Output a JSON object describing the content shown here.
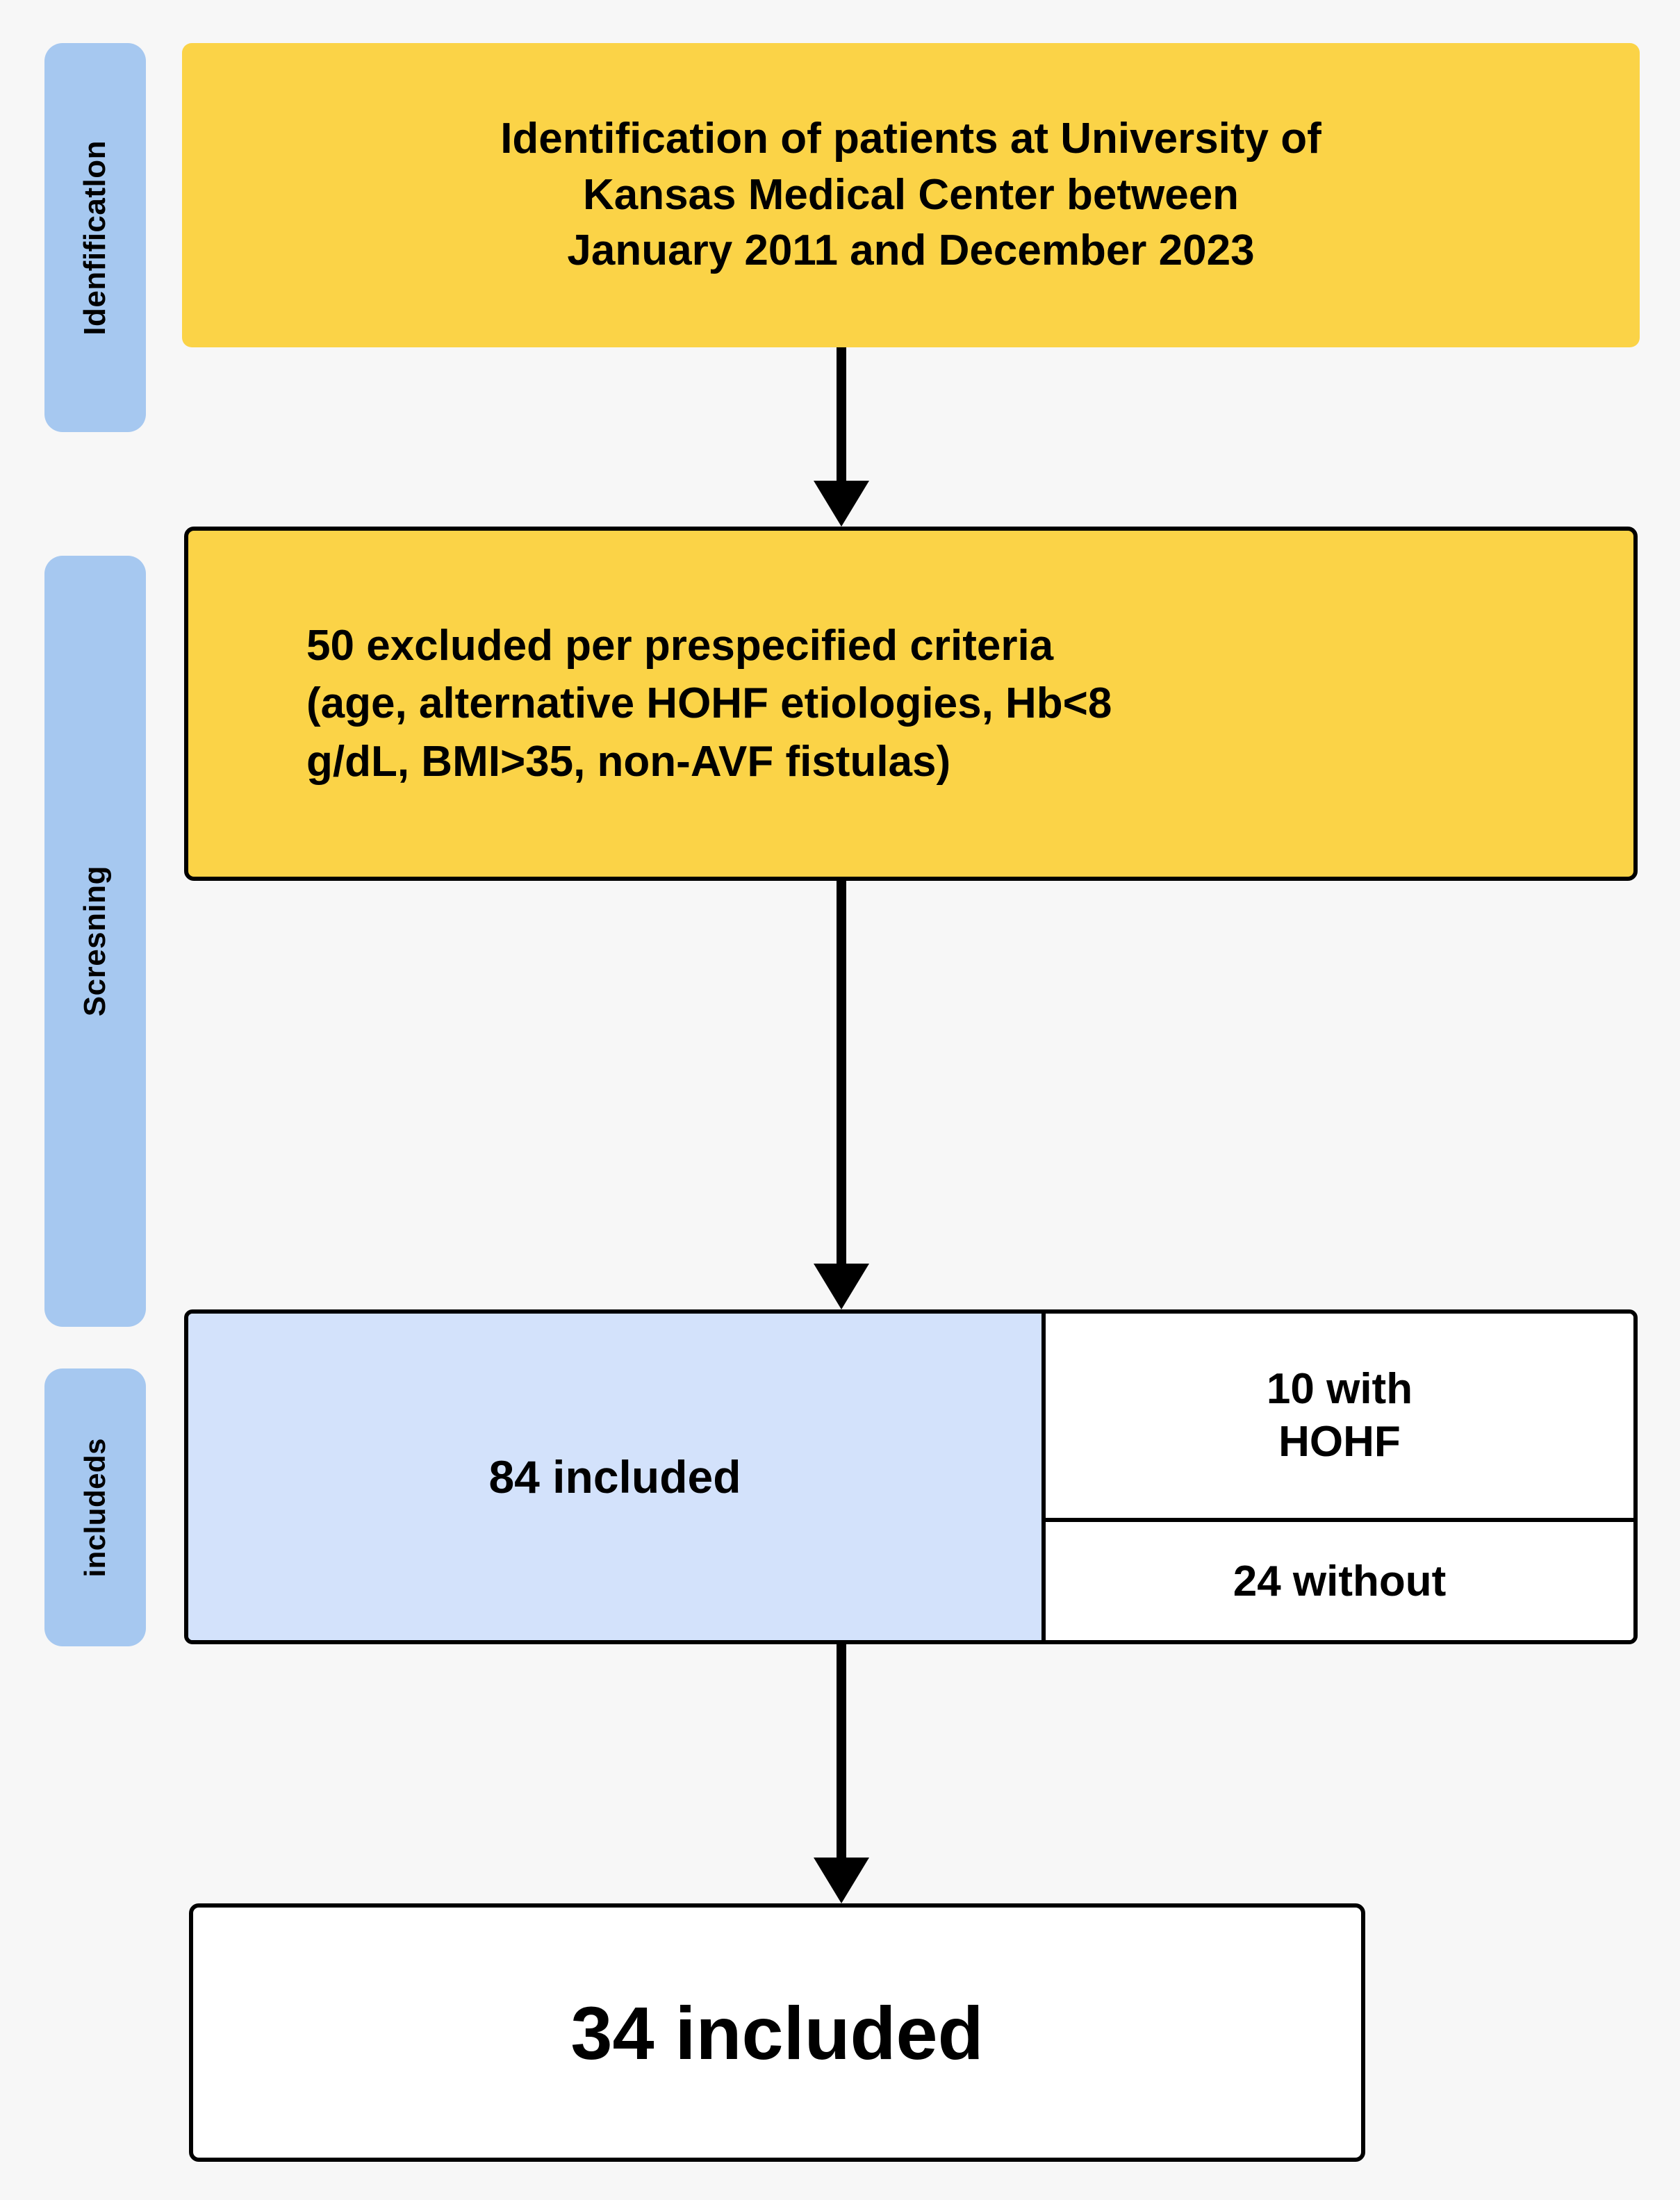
{
  "colors": {
    "background": "#f7f7f7",
    "rail_blue": "#a6c8f0",
    "box_yellow": "#fbd347",
    "cell_blue": "#d3e2fb",
    "stroke": "#000000",
    "white": "#ffffff"
  },
  "rails": [
    {
      "id": "identification",
      "label": "Idenfificatlon"
    },
    {
      "id": "screening",
      "label": "Scresning"
    },
    {
      "id": "included",
      "label": "includeds"
    }
  ],
  "boxes": {
    "identification": {
      "text": "Identification of patients at University of Kansas Medical Center between January 2011 and December 2023",
      "line1": "Identification of patients at University of",
      "line2": "Kansas Medical Center between",
      "line3": "January 2011 and December 2023"
    },
    "exclusion": {
      "text": "50 excluded per prespecified criteria (age, alternative HOHF etiologies, Hb<8 g/dL, BMI>35, non-AVF fistulas)",
      "line1": "50 excluded per prespecified criteria",
      "line2": "(age, alternative HOHF etiologies, Hb<8",
      "line3": "g/dL, BMI>35, non-AVF fistulas)"
    },
    "included_main": {
      "text": "84 included"
    },
    "with_hohf": {
      "line1": "10 with",
      "line2": "HOHF"
    },
    "without": {
      "text": "24 without"
    },
    "final": {
      "text": "34 included"
    }
  },
  "arrows": [
    {
      "id": "arrow-identification-to-exclusion",
      "direction": "down"
    },
    {
      "id": "arrow-exclusion-to-included",
      "direction": "down"
    },
    {
      "id": "arrow-included-to-final",
      "direction": "down"
    }
  ]
}
